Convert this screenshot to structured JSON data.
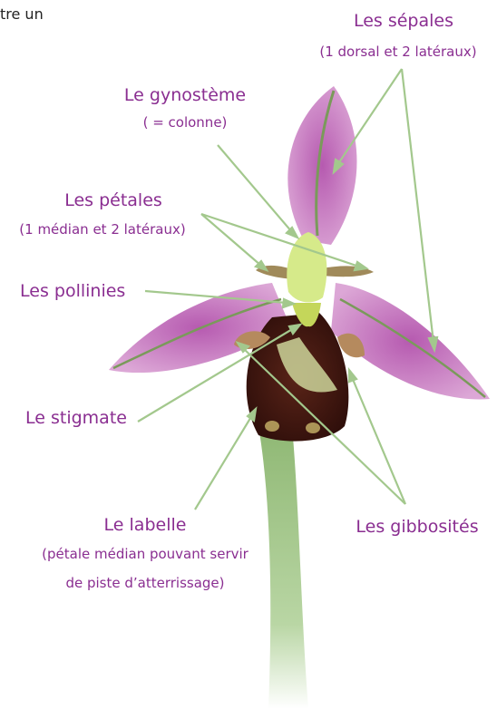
{
  "header_fragment": "tre un",
  "labels": {
    "sepales": {
      "title": "Les sépales",
      "sub": "(1 dorsal et 2 latéraux)"
    },
    "gynosteme": {
      "title": "Le gynostème",
      "sub": "( = colonne)"
    },
    "petales": {
      "title": "Les pétales",
      "sub": "(1 médian et 2 latéraux)"
    },
    "pollinies": {
      "title": "Les pollinies"
    },
    "stigmate": {
      "title": "Le stigmate"
    },
    "labelle": {
      "title": "Le labelle",
      "sub1": "(pétale médian pouvant servir",
      "sub2": "de piste d’atterrissage)"
    },
    "gibbosites": {
      "title": "Les gibbosités"
    }
  },
  "colors": {
    "label": "#8a2e91",
    "pointer": "#a3c88d",
    "petal": "#c070b8",
    "lip": "#4a1a14",
    "column": "#d6ea8a",
    "stem": "#9cbf84"
  }
}
